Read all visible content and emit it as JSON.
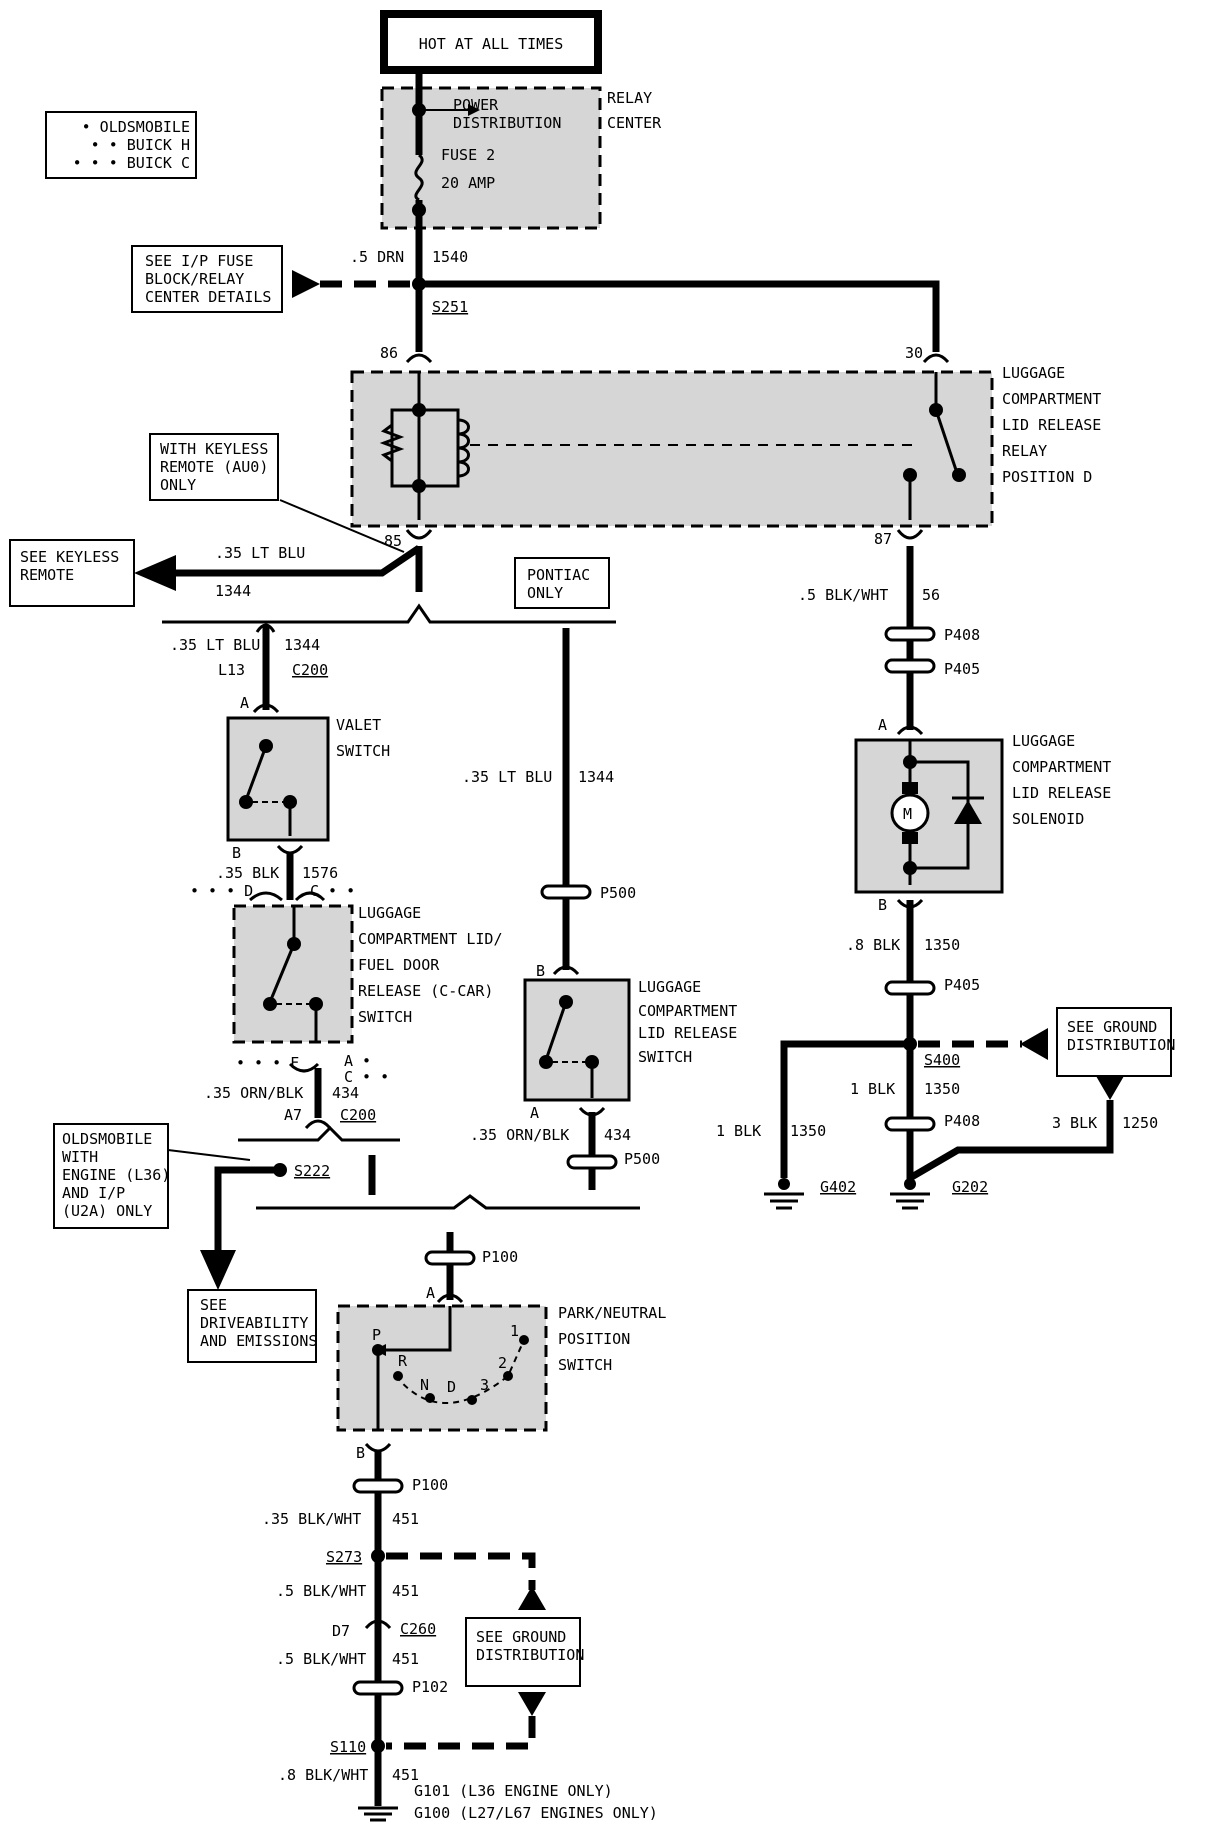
{
  "labels": {
    "hot": "HOT AT ALL TIMES",
    "legend1": "• OLDSMOBILE",
    "legend2": "• • BUICK H",
    "legend3": "• • • BUICK C",
    "pd1": "POWER",
    "pd2": "DISTRIBUTION",
    "rc1": "RELAY",
    "rc2": "CENTER",
    "fuse1": "FUSE 2",
    "fuse2": "20 AMP",
    "ip1": "SEE I/P FUSE",
    "ip2": "BLOCK/RELAY",
    "ip3": "CENTER DETAILS",
    "w1540a": ".5 DRN",
    "w1540b": "1540",
    "s251": "S251",
    "p86": "86",
    "p30": "30",
    "p85": "85",
    "p87": "87",
    "relay1": "LUGGAGE",
    "relay2": "COMPARTMENT",
    "relay3": "LID RELEASE",
    "relay4": "RELAY",
    "relay5": "POSITION D",
    "keyless1": "WITH KEYLESS",
    "keyless2": "REMOTE (AU0)",
    "keyless3": "ONLY",
    "seekey1": "SEE KEYLESS",
    "seekey2": "REMOTE",
    "w1344a": ".35 LT BLU",
    "w1344b": "1344",
    "pont1": "PONTIAC",
    "pont2": "ONLY",
    "w56a": ".5 BLK/WHT",
    "w56b": "56",
    "p408": "P408",
    "p405": "P405",
    "w1344c": ".35 LT BLU",
    "w1344d": "1344",
    "l13": "L13",
    "c200": "C200",
    "pinA": "A",
    "pinB": "B",
    "valet1": "VALET",
    "valet2": "SWITCH",
    "sol1": "LUGGAGE",
    "sol2": "COMPARTMENT",
    "sol3": "LID RELEASE",
    "sol4": "SOLENOID",
    "motor": "M",
    "w1344e": ".35 LT BLU",
    "w1344f": "1344",
    "w1576a": ".35 BLK",
    "w1576b": "1576",
    "dpin": "• • • D",
    "cpin": "C • •",
    "fd1": "LUGGAGE",
    "fd2": "COMPARTMENT LID/",
    "fd3": "FUEL DOOR",
    "fd4": "RELEASE (C-CAR)",
    "fd5": "SWITCH",
    "p500": "P500",
    "w1350a": ".8 BLK",
    "w1350b": "1350",
    "ls1": "LUGGAGE",
    "ls2": "COMPARTMENT",
    "ls3": "LID RELEASE",
    "ls4": "SWITCH",
    "sg1": "SEE GROUND",
    "sg2": "DISTRIBUTION",
    "s400": "S400",
    "fpin": "• • • F",
    "acpin1": "A •",
    "acpin2": "C • •",
    "w434a": ".35 ORN/BLK",
    "w434b": "434",
    "a7": "A7",
    "w1350c": "1 BLK",
    "w1350d": "1350",
    "w434c": ".35 ORN/BLK",
    "w434d": "434",
    "w1350e": "1 BLK",
    "w1350f": "1350",
    "w1250a": "3 BLK",
    "w1250b": "1250",
    "olds1": "OLDSMOBILE",
    "olds2": "WITH",
    "olds3": "ENGINE (L36)",
    "olds4": "AND I/P",
    "olds5": "(U2A) ONLY",
    "s222": "S222",
    "g402": "G402",
    "g202": "G202",
    "p100": "P100",
    "drive1": "SEE",
    "drive2": "DRIVEABILITY",
    "drive3": "AND EMISSIONS",
    "pn1": "PARK/NEUTRAL",
    "pn2": "POSITION",
    "pn3": "SWITCH",
    "gP": "P",
    "gR": "R",
    "gN": "N",
    "gD": "D",
    "g3": "3",
    "g2": "2",
    "g1": "1",
    "w451a": ".35 BLK/WHT",
    "w451b": "451",
    "s273": "S273",
    "w451c": ".5 BLK/WHT",
    "w451d": "451",
    "d7": "D7",
    "c260": "C260",
    "sg3": "SEE GROUND",
    "sg4": "DISTRIBUTION",
    "w451e": ".5 BLK/WHT",
    "w451f": "451",
    "p102": "P102",
    "s110": "S110",
    "w451g": ".8 BLK/WHT",
    "w451h": "451",
    "g101": "G101 (L36 ENGINE ONLY)",
    "g100": "G100 (L27/L67 ENGINES ONLY)"
  }
}
